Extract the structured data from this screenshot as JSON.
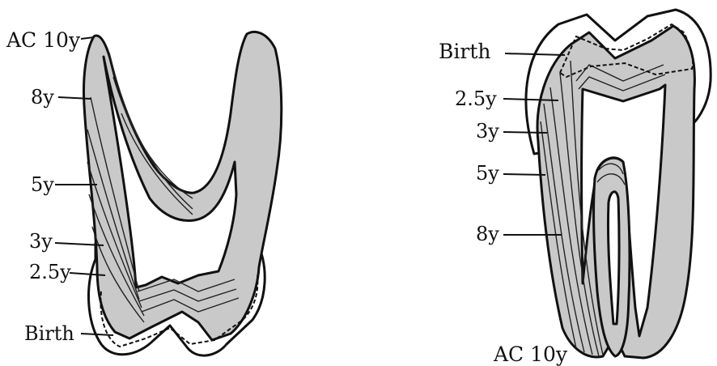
{
  "left_tooth": {
    "labels": {
      "ac": "AC 10y",
      "y8": "8y",
      "y5": "5y",
      "y3": "3y",
      "y25": "2.5y",
      "birth": "Birth"
    }
  },
  "right_tooth": {
    "labels": {
      "birth": "Birth",
      "y25": "2.5y",
      "y3": "3y",
      "y5": "5y",
      "y8": "8y",
      "ac": "AC 10y"
    }
  },
  "colors": {
    "dentin": "#c9c9c9",
    "outline": "#111111",
    "background": "#ffffff"
  }
}
